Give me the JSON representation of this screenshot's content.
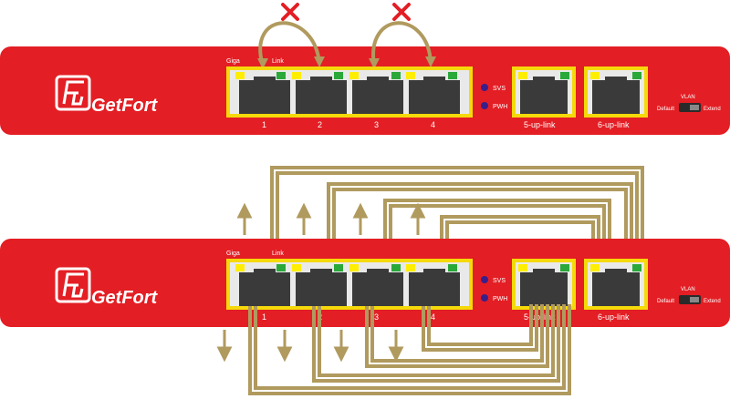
{
  "brand": {
    "name": "GetFort",
    "logo": "GetFort logo"
  },
  "labels": {
    "giga": "Giga",
    "link": "Link",
    "svs": "SVS",
    "pwh": "PWH",
    "vlan": "VLAN",
    "default": "Default",
    "extend": "Extend"
  },
  "ports": [
    "1",
    "2",
    "3",
    "4"
  ],
  "uplinks": [
    "5-up-link",
    "6-up-link"
  ],
  "colors": {
    "chassis": "#e31e24",
    "bezel": "#f5d90a",
    "port_body": "#3a3a3a",
    "led_yellow": "#ffee00",
    "led_green": "#2aa83a",
    "cable": "#b09a5e",
    "cross": "#e31e24",
    "status_led": "#3a1f8a"
  },
  "icons": [
    "cross-icon",
    "arrow-up-icon",
    "arrow-down-icon",
    "logo-icon"
  ]
}
